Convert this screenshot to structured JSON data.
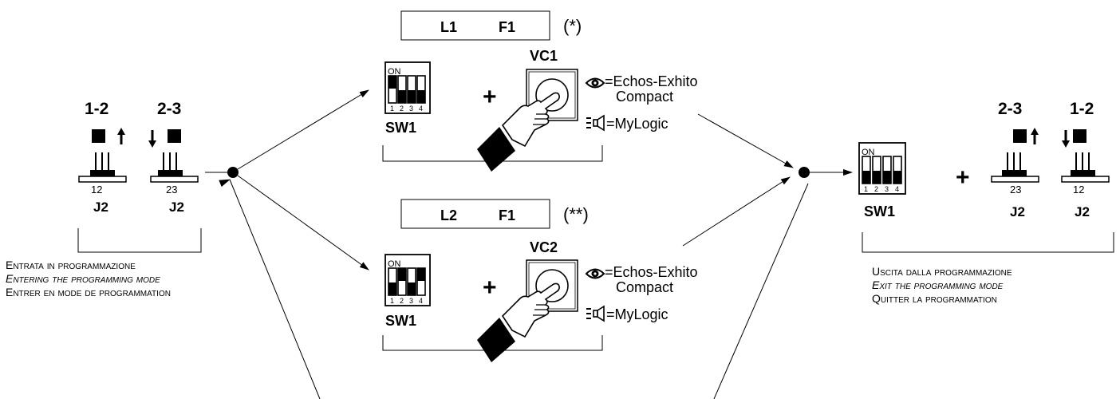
{
  "jumper_entry": {
    "left_label": "1-2",
    "right_label": "2-3",
    "left_pins": "12",
    "right_pins": "23",
    "left_name": "J2",
    "right_name": "J2"
  },
  "entry_caption": {
    "line1": "Entrata in programmazione",
    "line2": "Entering the programming mode",
    "line3": "Entrer en mode de programmation"
  },
  "upper_path": {
    "display": {
      "left": "L1",
      "right": "F1"
    },
    "footnote": "(*)",
    "dip_on": "ON",
    "dip_numbers": [
      "1",
      "2",
      "3",
      "4"
    ],
    "switch_name": "SW1",
    "plus": "+",
    "button_name": "VC1",
    "eye_text_line1": "=Echos-Exhito",
    "eye_text_line2": "Compact",
    "speaker_text": "=MyLogic"
  },
  "lower_path": {
    "display": {
      "left": "L2",
      "right": "F1"
    },
    "footnote": "(**)",
    "dip_on": "ON",
    "dip_numbers": [
      "1",
      "2",
      "3",
      "4"
    ],
    "switch_name": "SW1",
    "plus": "+",
    "button_name": "VC2",
    "eye_text_line1": "=Echos-Exhito",
    "eye_text_line2": "Compact",
    "speaker_text": "=MyLogic"
  },
  "exit_path": {
    "dip_on": "ON",
    "dip_numbers": [
      "1",
      "2",
      "3",
      "4"
    ],
    "switch_name": "SW1",
    "plus": "+",
    "left_label": "2-3",
    "right_label": "1-2",
    "left_pins": "23",
    "right_pins": "12",
    "left_name": "J2",
    "right_name": "J2"
  },
  "exit_caption": {
    "line1": "Uscita dalla programmazione",
    "line2": "Exit the programming mode",
    "line3": "Quitter la programmation"
  }
}
